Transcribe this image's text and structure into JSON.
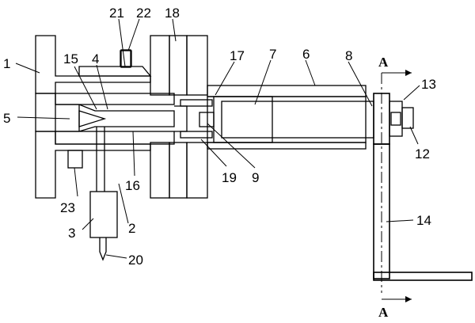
{
  "labels": {
    "l1": "1",
    "l2": "2",
    "l3": "3",
    "l4": "4",
    "l5": "5",
    "l6": "6",
    "l7": "7",
    "l8": "8",
    "l9": "9",
    "l12": "12",
    "l13": "13",
    "l14": "14",
    "l15": "15",
    "l16": "16",
    "l17": "17",
    "l18": "18",
    "l19": "19",
    "l20": "20",
    "l21": "21",
    "l22": "22",
    "l23": "23"
  },
  "section": {
    "top": "A",
    "bottom": "A"
  }
}
